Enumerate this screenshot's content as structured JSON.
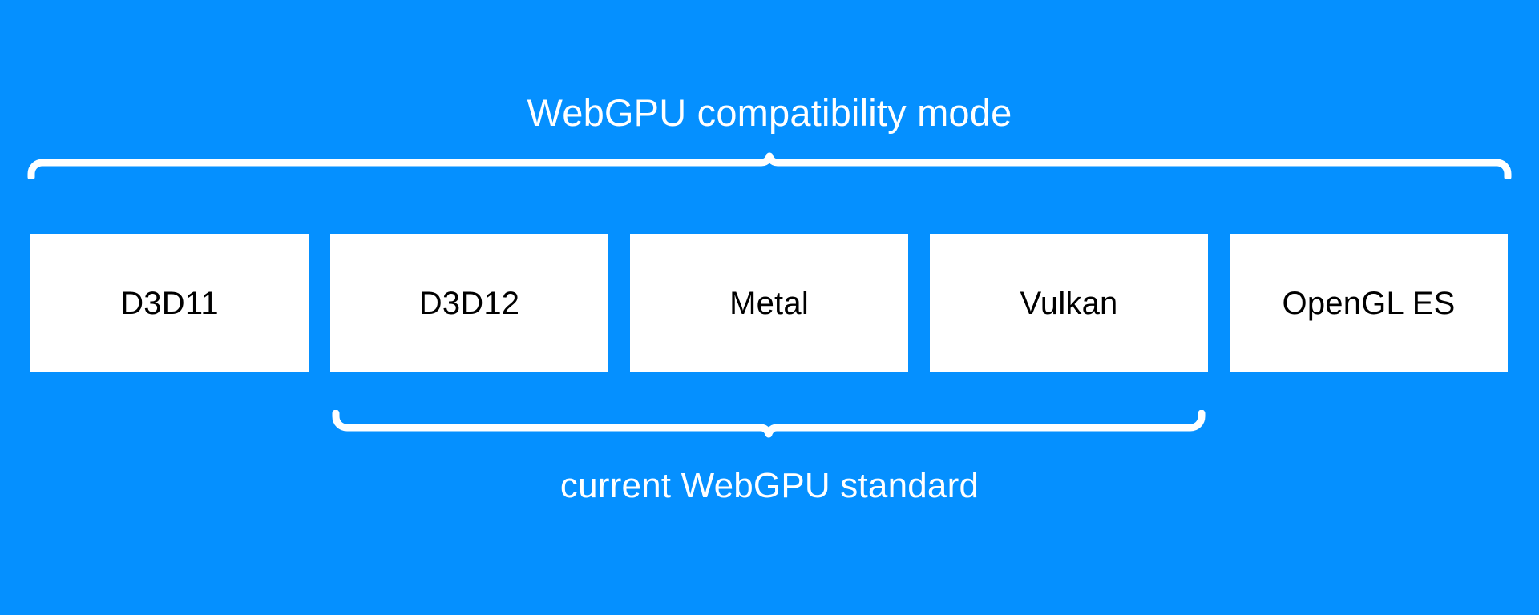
{
  "diagram": {
    "title": "WebGPU compatibility mode",
    "background_color": "#0590ff",
    "box_fill_color": "#ffffff",
    "box_text_color": "#000000",
    "brace_color": "#ffffff",
    "top_brace": {
      "label": "WebGPU compatibility mode",
      "covers": [
        "D3D11",
        "D3D12",
        "Metal",
        "Vulkan",
        "OpenGL ES"
      ],
      "label_position": "above"
    },
    "bottom_brace": {
      "label": "current WebGPU standard",
      "covers": [
        "D3D12",
        "Metal",
        "Vulkan"
      ],
      "label_position": "below"
    },
    "boxes": [
      {
        "label": "D3D11"
      },
      {
        "label": "D3D12"
      },
      {
        "label": "Metal"
      },
      {
        "label": "Vulkan"
      },
      {
        "label": "OpenGL ES"
      }
    ]
  }
}
